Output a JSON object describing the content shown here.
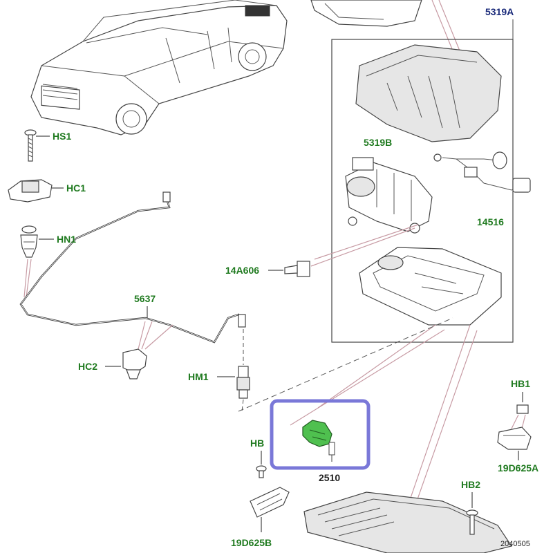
{
  "labels": {
    "hs1": "HS1",
    "hc1": "HC1",
    "hn1": "HN1",
    "p5637": "5637",
    "hc2": "HC2",
    "hm1": "HM1",
    "p14a606": "14A606",
    "p5319a": "5319A",
    "p5319b": "5319B",
    "p14516": "14516",
    "p2510": "2510",
    "hb": "HB",
    "hb1": "HB1",
    "hb2": "HB2",
    "p19d625a": "19D625A",
    "p19d625b": "19D625B",
    "ref": "2040505"
  },
  "colors": {
    "label_green": "#1f7a1f",
    "label_blue": "#1a2a7a",
    "highlight_box": "#7a78d8",
    "highlight_part": "#4fc04f",
    "leader_line": "#c79aa3"
  }
}
